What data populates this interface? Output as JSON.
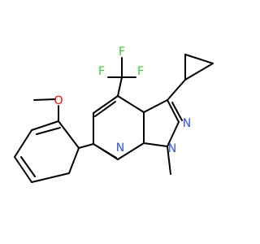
{
  "molecule": {
    "atoms": {
      "f1": {
        "label": "F",
        "color": "#33cc33"
      },
      "f2": {
        "label": "F",
        "color": "#33cc33"
      },
      "f3": {
        "label": "F",
        "color": "#33cc33"
      },
      "o1": {
        "label": "O",
        "color": "#ff0000"
      },
      "n1": {
        "label": "N",
        "color": "#3050f8"
      },
      "n2": {
        "label": "N",
        "color": "#3050f8"
      },
      "n3": {
        "label": "N",
        "color": "#3050f8"
      }
    }
  }
}
